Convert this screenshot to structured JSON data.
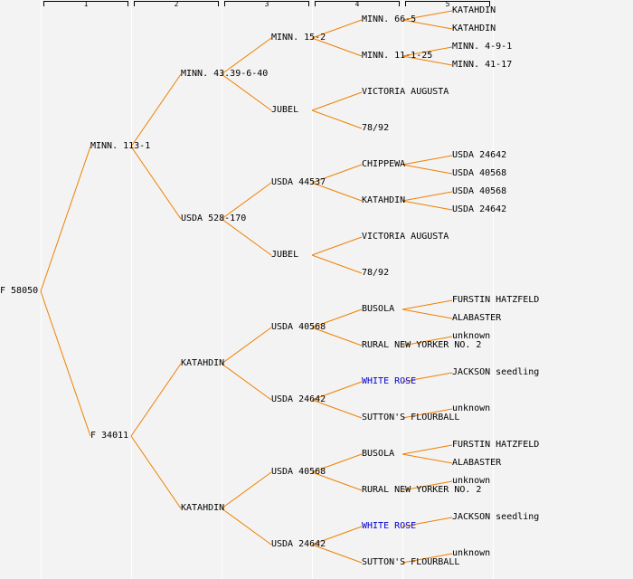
{
  "colors": {
    "background": "#f3f3f3",
    "line": "#f08000",
    "text": "#000000",
    "link_text": "#0000cc",
    "divider": "#ffffff"
  },
  "generation_headers": [
    "1",
    "2",
    "3",
    "4",
    "5"
  ],
  "pedigree": {
    "label": "F 58050",
    "parents": [
      {
        "label": "MINN. 113-1",
        "parents": [
          {
            "label": "MINN. 43.39-6-40",
            "parents": [
              {
                "label": "MINN. 15-2",
                "parents": [
                  {
                    "label": "MINN. 66-5",
                    "parents": [
                      {
                        "label": "KATAHDIN"
                      },
                      {
                        "label": "KATAHDIN"
                      }
                    ]
                  },
                  {
                    "label": "MINN. 11-1-25",
                    "parents": [
                      {
                        "label": "MINN. 4-9-1"
                      },
                      {
                        "label": "MINN. 41-17"
                      }
                    ]
                  }
                ]
              },
              {
                "label": "JUBEL",
                "parents": [
                  {
                    "label": "VICTORIA AUGUSTA"
                  },
                  {
                    "label": "78/92"
                  }
                ]
              }
            ]
          },
          {
            "label": "USDA 528-170",
            "parents": [
              {
                "label": "USDA 44537",
                "parents": [
                  {
                    "label": "CHIPPEWA",
                    "parents": [
                      {
                        "label": "USDA 24642"
                      },
                      {
                        "label": "USDA 40568"
                      }
                    ]
                  },
                  {
                    "label": "KATAHDIN",
                    "parents": [
                      {
                        "label": "USDA 40568"
                      },
                      {
                        "label": "USDA 24642"
                      }
                    ]
                  }
                ]
              },
              {
                "label": "JUBEL",
                "parents": [
                  {
                    "label": "VICTORIA AUGUSTA"
                  },
                  {
                    "label": "78/92"
                  }
                ]
              }
            ]
          }
        ]
      },
      {
        "label": "F 34011",
        "parents": [
          {
            "label": "KATAHDIN",
            "parents": [
              {
                "label": "USDA 40568",
                "parents": [
                  {
                    "label": "BUSOLA",
                    "parents": [
                      {
                        "label": "FURSTIN HATZFELD"
                      },
                      {
                        "label": "ALABASTER"
                      }
                    ]
                  },
                  {
                    "label": "RURAL NEW YORKER NO. 2",
                    "parents": [
                      {
                        "label": "unknown"
                      }
                    ]
                  }
                ]
              },
              {
                "label": "USDA 24642",
                "parents": [
                  {
                    "label": "WHITE ROSE",
                    "link": true,
                    "parents": [
                      {
                        "label": "JACKSON seedling"
                      }
                    ]
                  },
                  {
                    "label": "SUTTON'S FLOURBALL",
                    "parents": [
                      {
                        "label": "unknown"
                      }
                    ]
                  }
                ]
              }
            ]
          },
          {
            "label": "KATAHDIN",
            "parents": [
              {
                "label": "USDA 40568",
                "parents": [
                  {
                    "label": "BUSOLA",
                    "parents": [
                      {
                        "label": "FURSTIN HATZFELD"
                      },
                      {
                        "label": "ALABASTER"
                      }
                    ]
                  },
                  {
                    "label": "RURAL NEW YORKER NO. 2",
                    "parents": [
                      {
                        "label": "unknown"
                      }
                    ]
                  }
                ]
              },
              {
                "label": "USDA 24642",
                "parents": [
                  {
                    "label": "WHITE ROSE",
                    "link": true,
                    "parents": [
                      {
                        "label": "JACKSON seedling"
                      }
                    ]
                  },
                  {
                    "label": "SUTTON'S FLOURBALL",
                    "parents": [
                      {
                        "label": "unknown"
                      }
                    ]
                  }
                ]
              }
            ]
          }
        ]
      }
    ]
  }
}
